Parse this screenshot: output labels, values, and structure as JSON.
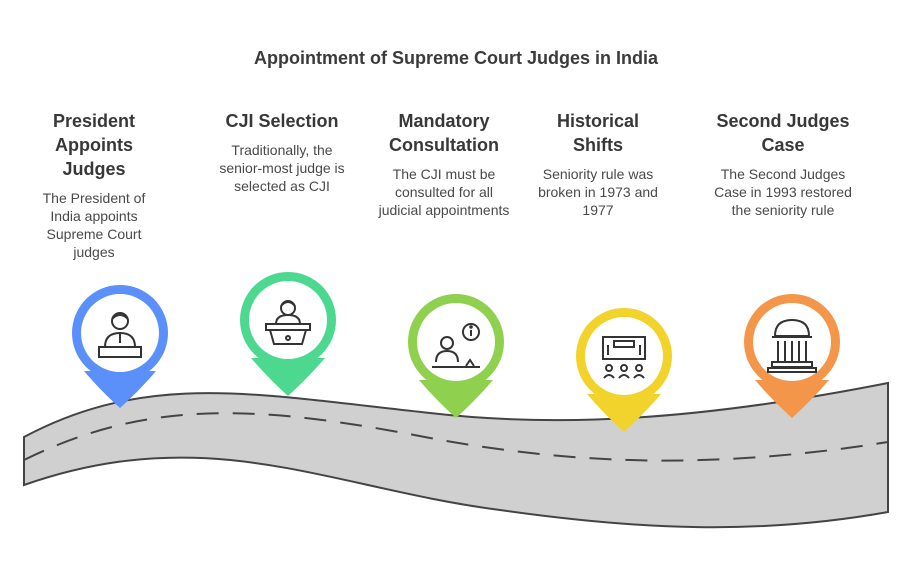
{
  "title": "Appointment of Supreme Court Judges in India",
  "steps": [
    {
      "heading": [
        "President",
        "Appoints",
        "Judges"
      ],
      "description": "The President of India appoints Supreme Court judges",
      "color": "#5b8ff9",
      "icon": "president-at-desk-icon"
    },
    {
      "heading": [
        "CJI Selection"
      ],
      "description": "Traditionally, the senior-most judge is selected as CJI",
      "color": "#4cd98f",
      "icon": "judge-at-podium-icon"
    },
    {
      "heading": [
        "Mandatory",
        "Consultation"
      ],
      "description": "The CJI must be consulted for all judicial appointments",
      "color": "#8fd14f",
      "icon": "consultation-info-icon"
    },
    {
      "heading": [
        "Historical",
        "Shifts"
      ],
      "description": "Seniority rule was broken in 1973 and 1977",
      "color": "#f2d32c",
      "icon": "courtroom-people-icon"
    },
    {
      "heading": [
        "Second Judges",
        "Case"
      ],
      "description": "The Second Judges Case in 1993 restored the seniority rule",
      "color": "#f4964a",
      "icon": "courthouse-icon"
    }
  ]
}
